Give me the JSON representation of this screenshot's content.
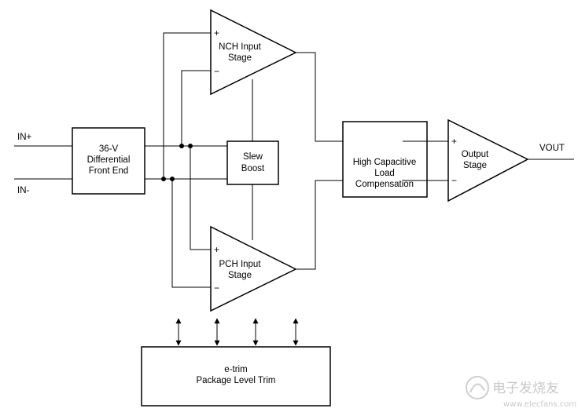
{
  "inputs": {
    "in_plus": "IN+",
    "in_minus": "IN-"
  },
  "output": {
    "vout": "VOUT"
  },
  "blocks": {
    "front_end": [
      "36-V",
      "Differential",
      "Front End"
    ],
    "slew_boost": [
      "Slew",
      "Boost"
    ],
    "nch_stage": [
      "NCH Input",
      "Stage"
    ],
    "pch_stage": [
      "PCH Input",
      "Stage"
    ],
    "high_cap": [
      "High Capacitive",
      "Load",
      "Compensation"
    ],
    "output_stage": [
      "Output",
      "Stage"
    ],
    "etrim": [
      "e-trim",
      "Package Level Trim"
    ]
  },
  "signs": {
    "plus": "+",
    "minus": "−"
  },
  "watermark": {
    "cn": "电子发烧友",
    "url": "www.elecfans.com"
  }
}
